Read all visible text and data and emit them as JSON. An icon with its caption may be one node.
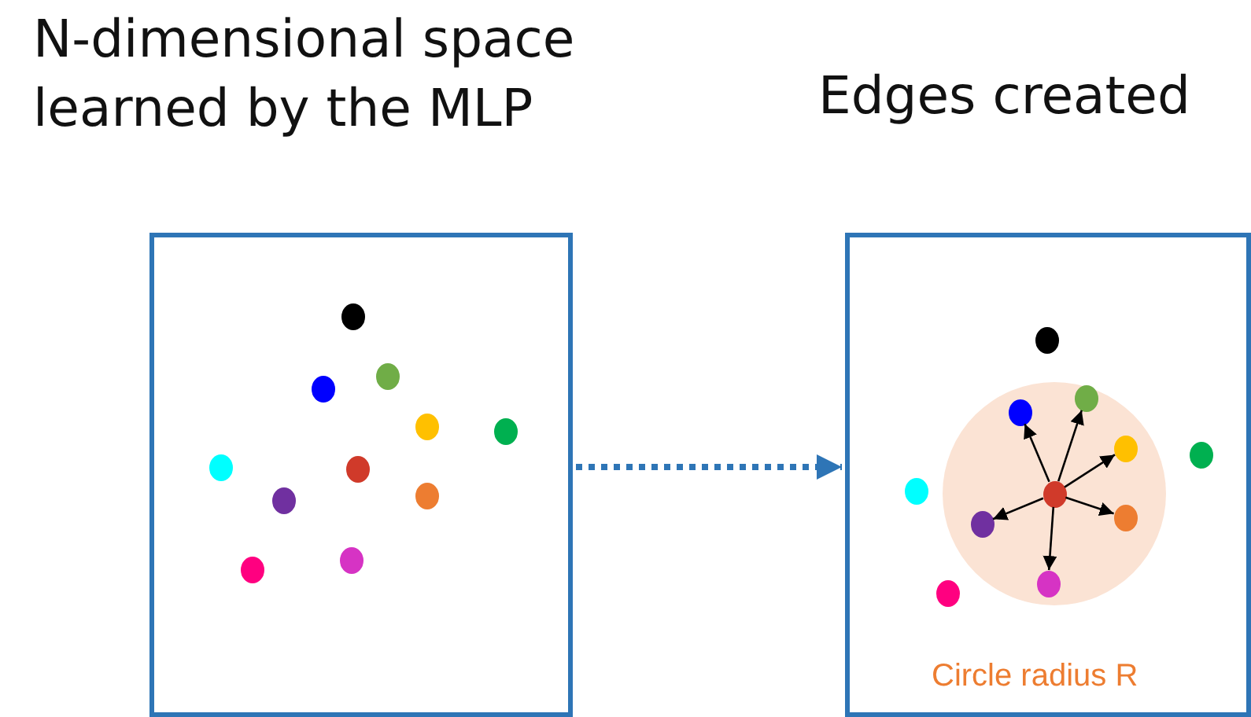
{
  "diagram": {
    "nodes": [
      {
        "text": [
          "N-dimensional space learned by the MLP"
        ]
      },
      {
        "text": [],
        "shape": "circle",
        "in": 0
      },
      {
        "text": [],
        "shape": "circle",
        "in": 0
      },
      {
        "text": [],
        "shape": "circle",
        "in": 0
      },
      {
        "text": [],
        "shape": "circle",
        "in": 0
      },
      {
        "text": [],
        "shape": "circle",
        "in": 0
      },
      {
        "text": [],
        "shape": "circle",
        "in": 0
      },
      {
        "text": [],
        "shape": "circle",
        "in": 0
      },
      {
        "text": [],
        "shape": "circle",
        "in": 0
      },
      {
        "text": [],
        "shape": "circle",
        "in": 0
      },
      {
        "text": [],
        "shape": "circle",
        "in": 0
      },
      {
        "text": [],
        "shape": "circle",
        "in": 0
      },
      {
        "text": [
          "Edges created"
        ]
      },
      {
        "text": [],
        "shape": "circle",
        "in": 12,
        "beside": [
          "Circle radius R"
        ]
      },
      {
        "text": [],
        "shape": "circle",
        "in": 12
      },
      {
        "text": [],
        "shape": "circle",
        "in": 13
      },
      {
        "text": [],
        "shape": "circle",
        "in": 13
      },
      {
        "text": [],
        "shape": "circle",
        "in": 13
      },
      {
        "text": [],
        "shape": "circle",
        "in": 12
      },
      {
        "text": [],
        "shape": "circle",
        "in": 12
      },
      {
        "text": [],
        "shape": "circle",
        "in": 13
      },
      {
        "text": [],
        "shape": "circle",
        "in": 13
      },
      {
        "text": [],
        "shape": "circle",
        "in": 13
      },
      {
        "text": [],
        "shape": "circle",
        "in": 13
      },
      {
        "text": [],
        "shape": "circle",
        "in": 12
      }
    ],
    "edges": [
      {
        "from": 0,
        "to": 12,
        "arrow": "to",
        "style": "dashed",
        "color": "#2e75b6"
      },
      {
        "from": 20,
        "to": 16,
        "arrow": "to"
      },
      {
        "from": 20,
        "to": 15,
        "arrow": "to"
      },
      {
        "from": 20,
        "to": 17,
        "arrow": "to"
      },
      {
        "from": 20,
        "to": 21,
        "arrow": "to"
      },
      {
        "from": 20,
        "to": 23,
        "arrow": "to"
      },
      {
        "from": 20,
        "to": 22,
        "arrow": "to"
      }
    ]
  }
}
